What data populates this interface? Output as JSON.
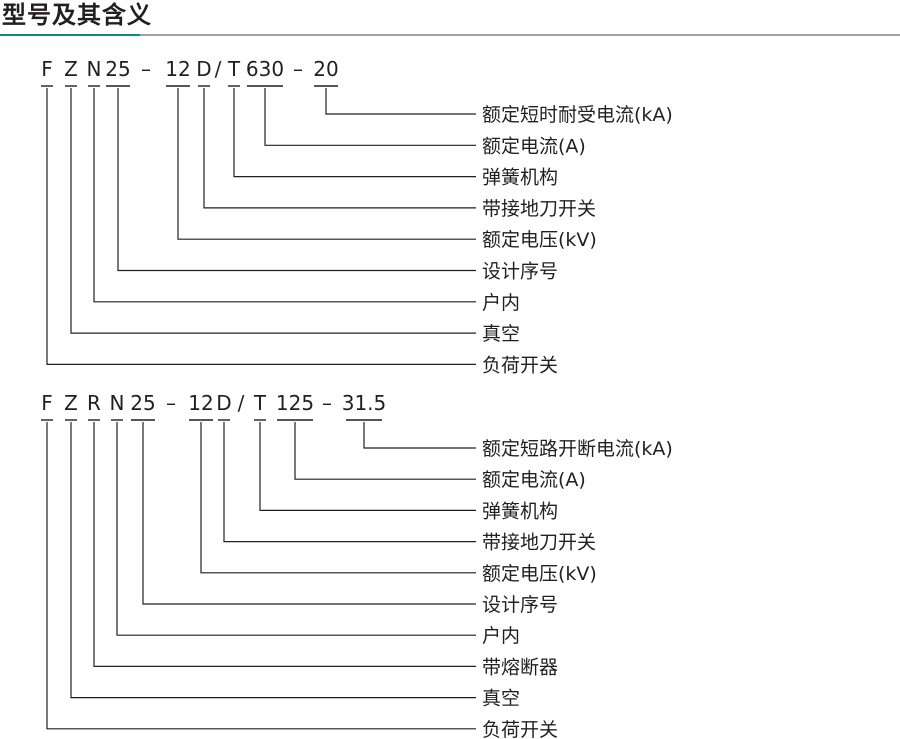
{
  "section_title": "型号及其含义",
  "models": [
    {
      "code": [
        "F",
        "Z",
        "N",
        "25",
        "–",
        "12",
        "D",
        "/",
        "T",
        "630",
        "–",
        "20"
      ],
      "descriptions": [
        "额定短时耐受电流(kA)",
        "额定电流(A)",
        "弹簧机构",
        "带接地刀开关",
        "额定电压(kV)",
        "设计序号",
        "户内",
        "真空",
        "负荷开关"
      ]
    },
    {
      "code": [
        "F",
        "Z",
        "R",
        "N",
        "25",
        "–",
        "12",
        "D",
        "/",
        "T",
        "125",
        "–",
        "31.5"
      ],
      "descriptions": [
        "额定短路开断电流(kA)",
        "额定电流(A)",
        "弹簧机构",
        "带接地刀开关",
        "额定电压(kV)",
        "设计序号",
        "户内",
        "带熔断器",
        "真空",
        "负荷开关"
      ]
    }
  ],
  "colors": {
    "accent": "#0e8a7b",
    "rule": "#9fa0a0",
    "text": "#231f20"
  }
}
